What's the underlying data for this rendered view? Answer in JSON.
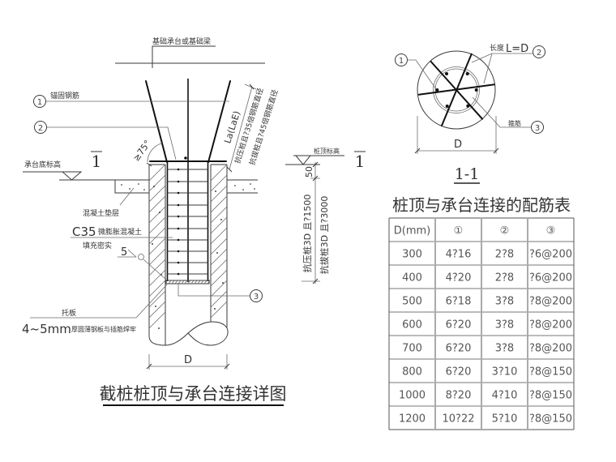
{
  "detail": {
    "cap_label": "基础承台或基础梁",
    "anchor_rebar_label": "锚固钢筋",
    "marker_1": "1",
    "marker_2": "2",
    "marker_3": "3",
    "angle_label": "≥75°",
    "anchor_length_label": "La(LaE)",
    "compression_note": "抗压桩且?35倍钢筋直径",
    "tension_note": "抗拔桩且?45倍钢筋直径",
    "cap_bottom_label": "承台底标高",
    "section_mark_left": "1",
    "section_mark_right": "1",
    "pile_top_label": "桩顶标高",
    "dim_50": "50",
    "compression_depth": "抗压桩3D 且?1500",
    "tension_depth": "抗拔桩3D 且?3000",
    "cushion_label": "混凝土垫层",
    "concrete_grade": "C35",
    "concrete_type": "微膨胀混凝土",
    "fill_label": "填充密实",
    "weld_size": "5",
    "plate_label": "托板",
    "plate_thickness": "4~5mm",
    "plate_note": "厚圆薄钢板与插筋焊牢",
    "diameter_label": "D",
    "title": "截桩桩顶与承台连接详图"
  },
  "section": {
    "marker_1": "1",
    "marker_2": "2",
    "marker_3": "3",
    "length_label": "长度",
    "length_value": "L=D",
    "stirrup_label": "箍筋",
    "diameter_label": "D",
    "title": "1-1"
  },
  "table": {
    "title": "桩顶与承台连接的配筋表",
    "headers": [
      "D(mm)",
      "①",
      "②",
      "③"
    ],
    "rows": [
      [
        "300",
        "4?16",
        "2?8",
        "?6@200"
      ],
      [
        "400",
        "4?20",
        "2?8",
        "?6@200"
      ],
      [
        "500",
        "6?18",
        "3?8",
        "?8@200"
      ],
      [
        "600",
        "6?20",
        "3?8",
        "?8@200"
      ],
      [
        "700",
        "6?20",
        "3?8",
        "?8@200"
      ],
      [
        "800",
        "6?20",
        "3?10",
        "?8@150"
      ],
      [
        "1000",
        "8?20",
        "4?10",
        "?8@150"
      ],
      [
        "1200",
        "10?22",
        "5?10",
        "?8@150"
      ]
    ]
  }
}
